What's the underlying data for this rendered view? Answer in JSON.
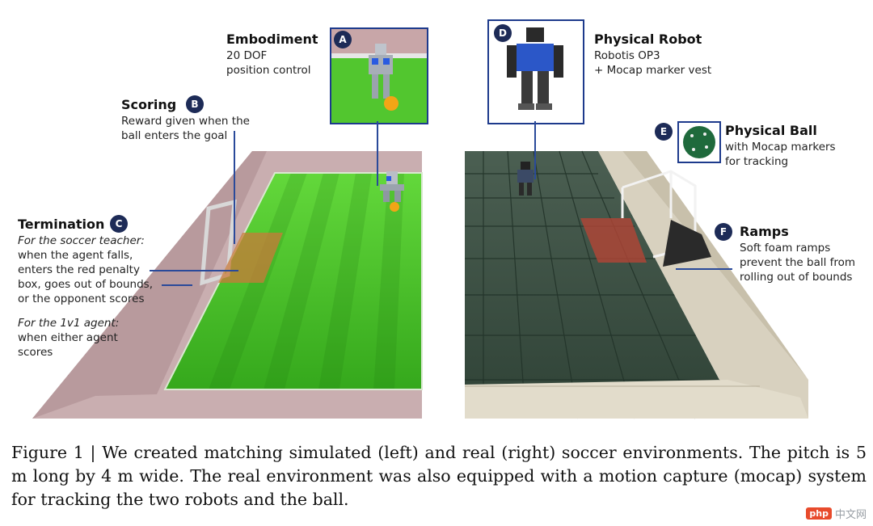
{
  "annotations": {
    "embodiment": {
      "title": "Embodiment",
      "badge": "A",
      "lines": [
        "20 DOF",
        "position control"
      ]
    },
    "scoring": {
      "title": "Scoring",
      "badge": "B",
      "lines": [
        "Reward given when the",
        "ball enters the goal"
      ]
    },
    "termination": {
      "title": "Termination",
      "badge": "C",
      "teacher_heading": "For the soccer teacher:",
      "teacher_lines": [
        "when the agent falls,",
        "enters the red penalty",
        "box, goes out of bounds,",
        "or the opponent scores"
      ],
      "agent_heading": "For the 1v1 agent:",
      "agent_lines": [
        "when either agent",
        "scores"
      ]
    },
    "physical_robot": {
      "title": "Physical Robot",
      "badge": "D",
      "lines": [
        "Robotis OP3",
        "+ Mocap marker vest"
      ]
    },
    "physical_ball": {
      "title": "Physical Ball",
      "badge": "E",
      "lines": [
        "with Mocap markers",
        "for tracking"
      ]
    },
    "ramps": {
      "title": "Ramps",
      "badge": "F",
      "lines": [
        "Soft foam ramps",
        "prevent the ball from",
        "rolling out of bounds"
      ]
    }
  },
  "caption": "Figure 1 | We created matching simulated (left) and real (right) soccer environments. The pitch is 5 m long by 4 m wide. The real environment was also equipped with a motion capture (mocap) system for tracking the two robots and the ball.",
  "watermark": {
    "logo": "php",
    "text": "中文网"
  },
  "colors": {
    "accent": "#1d2b57",
    "line": "#2a4a9a",
    "grass_light": "#5fd63a",
    "grass_dark": "#3fb521",
    "floor": "#3d5544"
  }
}
